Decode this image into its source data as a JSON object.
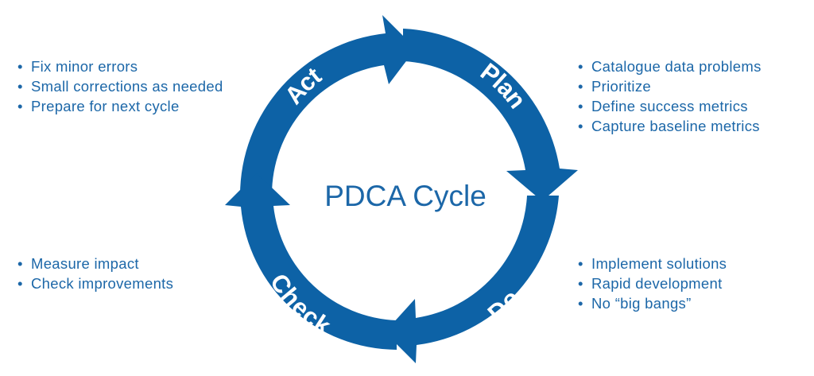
{
  "title": "PDCA Cycle",
  "colors": {
    "accent": "#0d62a6",
    "text": "#1c67a8",
    "background": "#ffffff",
    "stage_label": "#ffffff"
  },
  "stages": {
    "plan": {
      "label": "Plan",
      "items": [
        "Catalogue data problems",
        "Prioritize",
        "Define success metrics",
        "Capture baseline metrics"
      ]
    },
    "do": {
      "label": "Do",
      "items": [
        "Implement solutions",
        "Rapid development",
        "No “big bangs”"
      ]
    },
    "check": {
      "label": "Check",
      "items": [
        "Measure impact",
        "Check improvements"
      ]
    },
    "act": {
      "label": "Act",
      "items": [
        "Fix minor errors",
        "Small corrections as needed",
        "Prepare for next cycle"
      ]
    }
  }
}
